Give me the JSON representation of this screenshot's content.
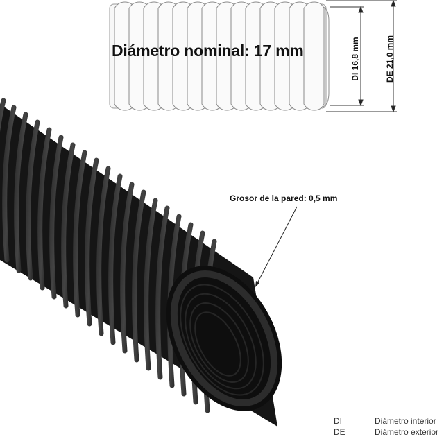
{
  "diagram": {
    "title": "Diámetro nominal: 17 mm",
    "dimensions": {
      "inner": {
        "label": "DI 16,8 mm",
        "abbr": "DI",
        "value_mm": 16.8
      },
      "outer": {
        "label": "DE 21,0 mm",
        "abbr": "DE",
        "value_mm": 21.0
      }
    },
    "wall_thickness": {
      "label": "Grosor de la pared: 0,5 mm",
      "value_mm": 0.5
    },
    "legend": [
      {
        "abbr": "DI",
        "eq": "=",
        "meaning": "Diámetro interior"
      },
      {
        "abbr": "DE",
        "eq": "=",
        "meaning": "Diámetro exterior"
      }
    ],
    "colors": {
      "outline_tube_fill": "#f7f7f7",
      "outline_tube_stroke": "#8a8a8a",
      "hose_body": "#1a1a1a",
      "hose_highlight": "#3a3a3a",
      "text": "#111111"
    }
  }
}
